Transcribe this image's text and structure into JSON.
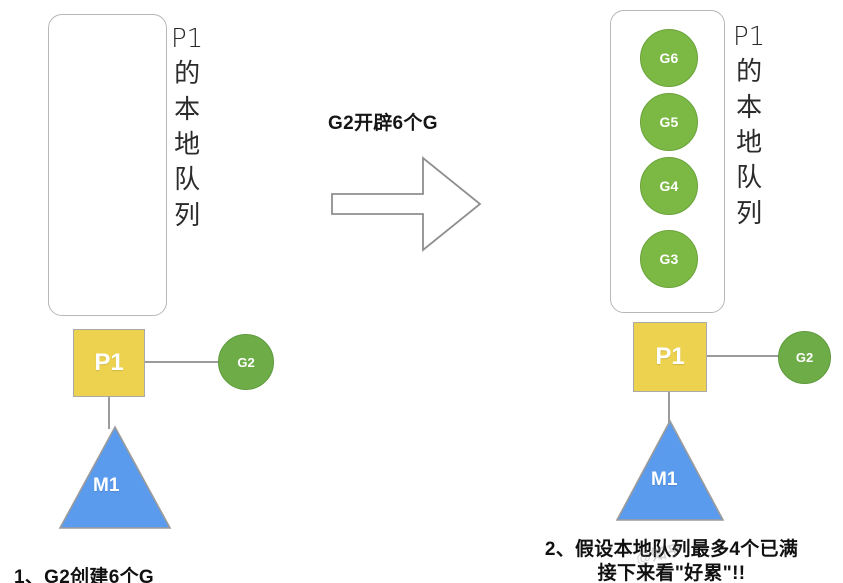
{
  "diagram": {
    "left_panel": {
      "queue_label_chars": [
        "P1",
        "的",
        "本",
        "地",
        "队",
        "列"
      ],
      "queue_items": [],
      "processor_label": "P1",
      "goroutine_label": "G2",
      "machine_label": "M1",
      "caption": "1、G2创建6个G"
    },
    "right_panel": {
      "queue_label_chars": [
        "P1",
        "的",
        "本",
        "地",
        "队",
        "列"
      ],
      "queue_items": [
        {
          "label": "G6"
        },
        {
          "label": "G5"
        },
        {
          "label": "G4"
        },
        {
          "label": "G3"
        }
      ],
      "processor_label": "P1",
      "goroutine_label": "G2",
      "machine_label": "M1",
      "caption_line1": "2、假设本地队列最多4个已满",
      "caption_line2": "接下来看\"好累\"!!"
    },
    "transition": {
      "arrow_caption": "G2开辟6个G",
      "arrow_icon": "block-arrow-right-icon"
    },
    "watermark_text": "@知乎",
    "colors": {
      "processor_fill": "#ecd24f",
      "goroutine_fill": "#7cb944",
      "goroutine_dark_fill": "#6eac47",
      "machine_fill": "#5b9bed",
      "outline": "#9b9b9b",
      "queue_border": "#b7b7b7",
      "text_dark": "#111111",
      "text_light": "#ffffff"
    }
  }
}
